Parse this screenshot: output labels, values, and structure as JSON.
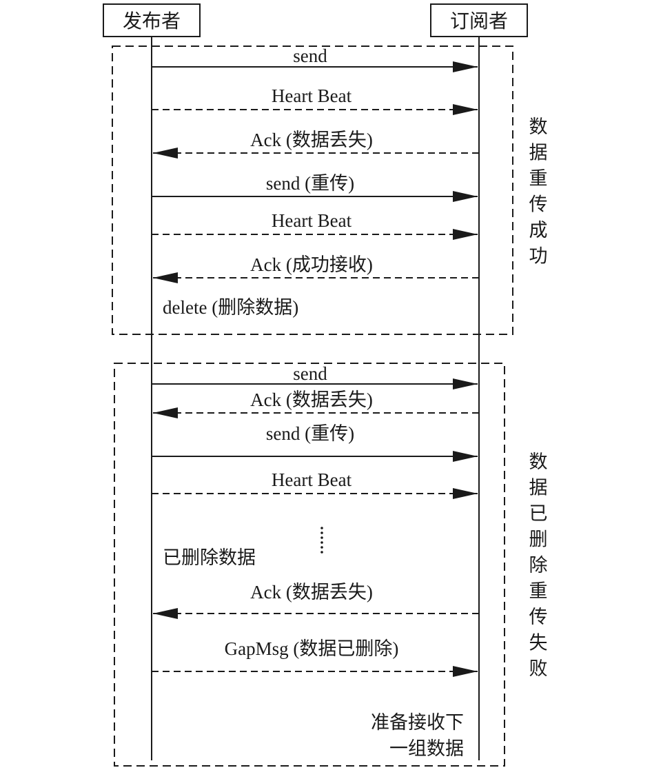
{
  "actors": {
    "publisher": "发布者",
    "subscriber": "订阅者"
  },
  "group1": {
    "side_label": "数据重传成功",
    "messages": [
      {
        "label": "send",
        "direction": "right",
        "style": "solid"
      },
      {
        "label": "Heart Beat",
        "direction": "right",
        "style": "dashed"
      },
      {
        "label": "Ack (数据丢失)",
        "direction": "left",
        "style": "dashed"
      },
      {
        "label": "send (重传)",
        "direction": "right",
        "style": "solid"
      },
      {
        "label": "Heart Beat",
        "direction": "right",
        "style": "dashed"
      },
      {
        "label": "Ack (成功接收)",
        "direction": "left",
        "style": "dashed"
      }
    ],
    "note": "delete (删除数据)"
  },
  "group2": {
    "side_label": "数据已删除重传失败",
    "messages": [
      {
        "label": "send",
        "direction": "right",
        "style": "solid"
      },
      {
        "label": "Ack (数据丢失)",
        "direction": "left",
        "style": "dashed"
      },
      {
        "label": "send (重传)",
        "direction": "right",
        "style": "solid"
      },
      {
        "label": "Heart Beat",
        "direction": "right",
        "style": "dashed"
      },
      {
        "label": "Ack (数据丢失)",
        "direction": "left",
        "style": "dashed"
      },
      {
        "label": "GapMsg (数据已删除)",
        "direction": "right",
        "style": "dashed"
      }
    ],
    "note_deleted": "已删除数据",
    "note_next_line1": "准备接收下",
    "note_next_line2": "一组数据"
  },
  "colors": {
    "ink": "#1a1a1a",
    "background": "#ffffff"
  }
}
